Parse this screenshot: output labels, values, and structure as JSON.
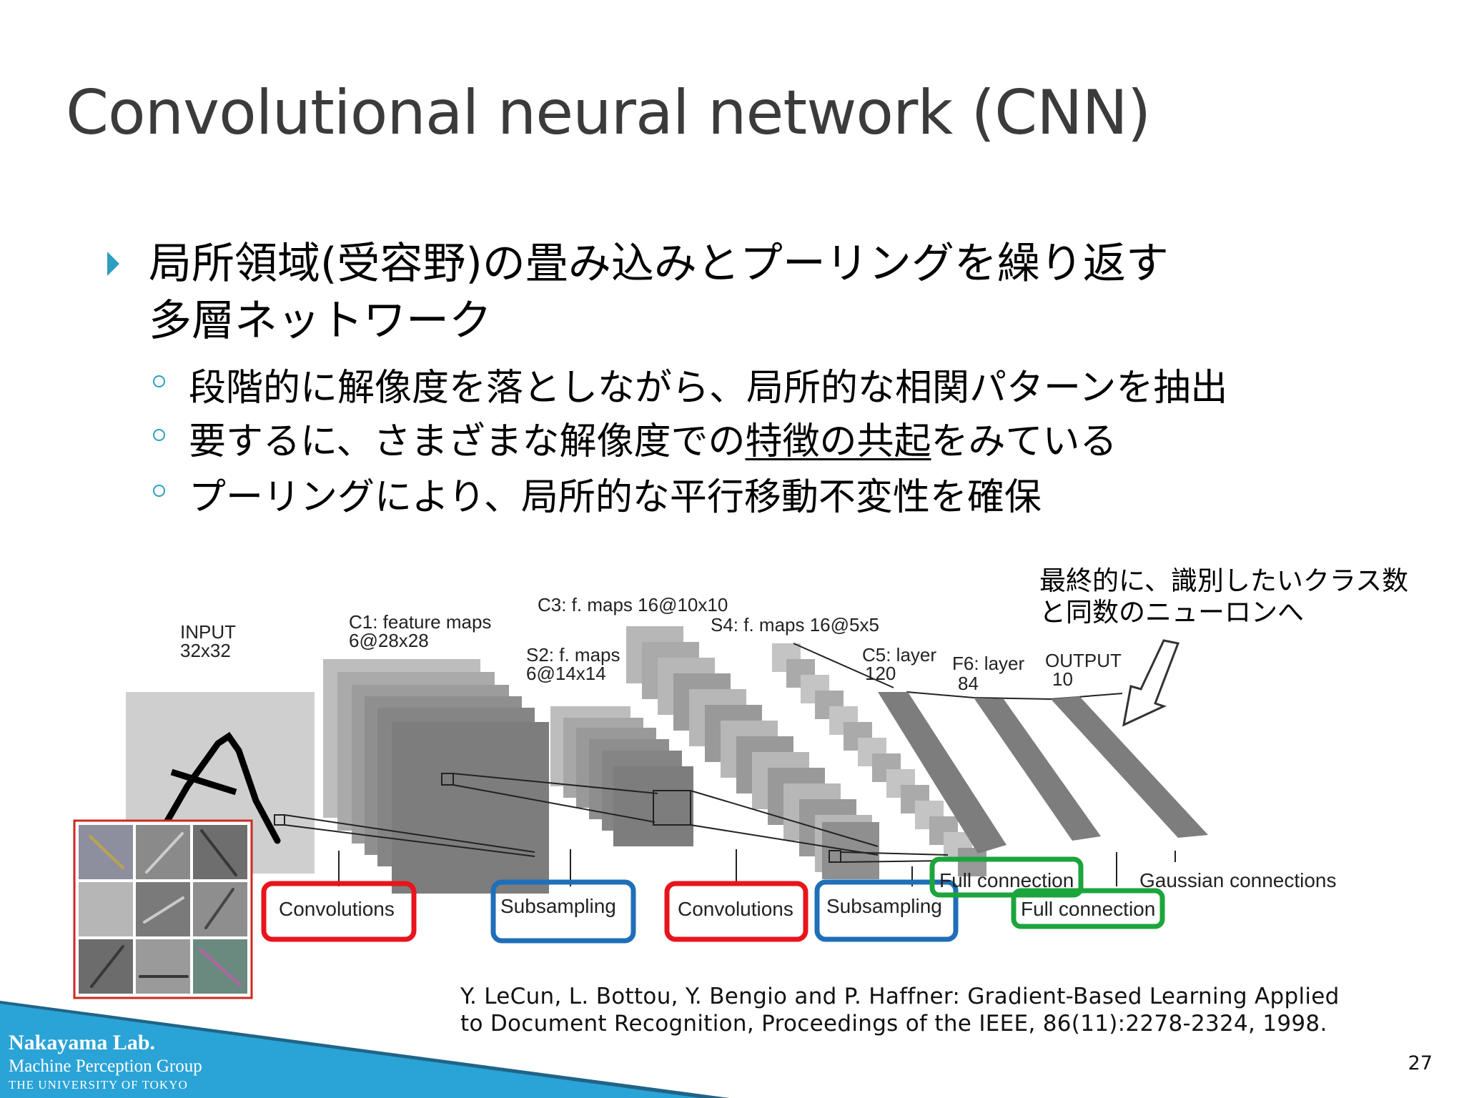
{
  "title": "Convolutional neural network (CNN)",
  "bullet": {
    "line1": "局所領域(受容野)の畳み込みとプーリングを繰り返す",
    "line2": "多層ネットワーク"
  },
  "sub_bullets": [
    {
      "text": "段階的に解像度を落としながら、局所的な相関パターンを抽出"
    },
    {
      "pre": "要するに、さまざまな解像度での",
      "underlined": "特徴の共起",
      "post": "をみている"
    },
    {
      "text": "プーリングにより、局所的な平行移動不変性を確保"
    }
  ],
  "annotation": {
    "line1": "最終的に、識別したいクラス数",
    "line2": "と同数のニューロンへ"
  },
  "diagram": {
    "input": {
      "name": "INPUT",
      "size": "32x32"
    },
    "c1": {
      "name": "C1: feature maps",
      "size": "6@28x28"
    },
    "s2": {
      "name": "S2: f. maps",
      "size": "6@14x14"
    },
    "c3": "C3: f. maps 16@10x10",
    "s4": "S4: f. maps 16@5x5",
    "c5": {
      "name": "C5: layer",
      "size": "120"
    },
    "f6": {
      "name": "F6: layer",
      "size": "84"
    },
    "output": {
      "name": "OUTPUT",
      "size": "10"
    },
    "operations": {
      "conv1": "Convolutions",
      "sub1": "Subsampling",
      "conv2": "Convolutions",
      "sub2": "Subsampling",
      "full1": "Full connection",
      "full2": "Full connection",
      "gaussian": "Gaussian connections"
    },
    "box_colors": {
      "convolution": "#e8141c",
      "subsampling": "#1f6fb8",
      "full": "#1ca53c"
    }
  },
  "citation": {
    "line1": "Y. LeCun, L. Bottou, Y. Bengio and P. Haffner: Gradient-Based Learning Applied",
    "line2": "to Document Recognition, Proceedings of the IEEE, 86(11):2278-2324, 1998."
  },
  "page_number": "27",
  "footer": {
    "lab": "Nakayama Lab.",
    "group": "Machine Perception Group",
    "university": "THE UNIVERSITY OF TOKYO",
    "color": "#2aa3d6"
  }
}
